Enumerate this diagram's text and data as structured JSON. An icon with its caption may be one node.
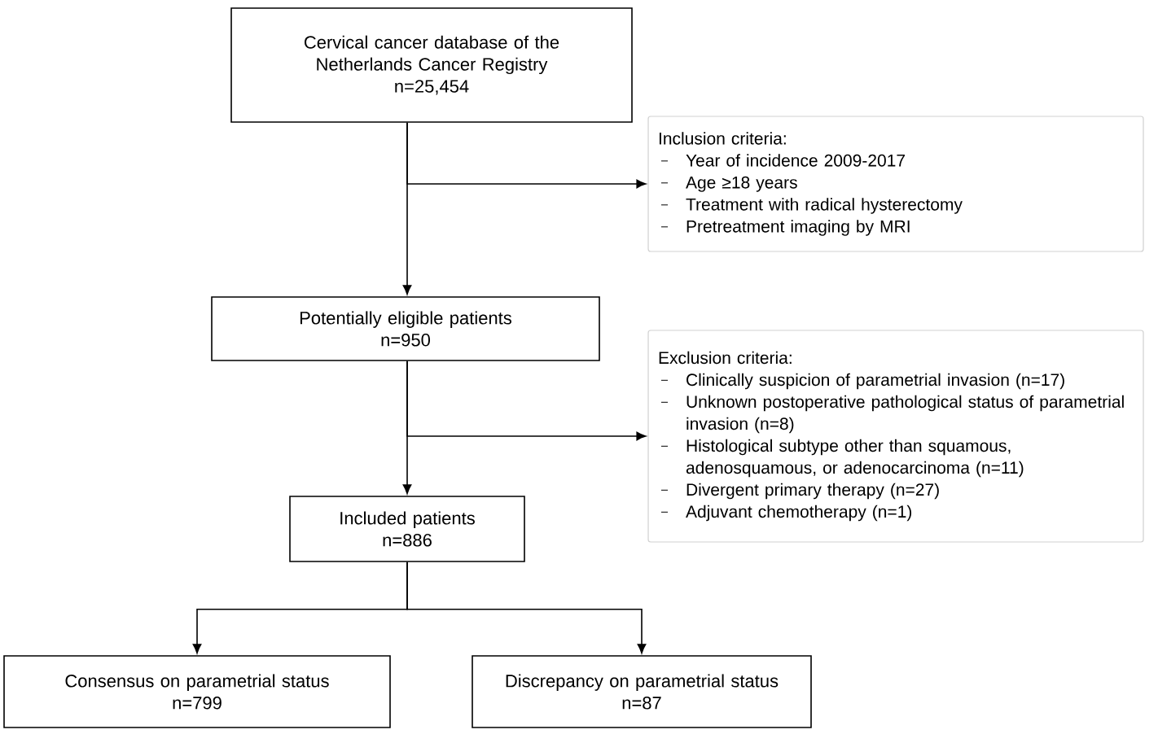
{
  "diagram": {
    "nodes": [
      {
        "text": [
          "Cervical cancer database of the Netherlands Cancer Registry",
          "n=25,454"
        ]
      },
      {
        "text": [
          "Inclusion criteria:",
          "Year of incidence 2009-2017",
          "Age ≥18 years",
          "Treatment with radical hysterectomy",
          "Pretreatment imaging by MRI"
        ]
      },
      {
        "text": [
          "Potentially eligible patients",
          "n=950"
        ]
      },
      {
        "text": [
          "Exclusion criteria:",
          "Clinically suspicion of parametrial invasion (n=17)",
          "Unknown postoperative pathological status of parametrial invasion (n=8)",
          "Histological subtype other than squamous, adenosquamous, or adenocarcinoma (n=11)",
          "Divergent primary therapy (n=27)",
          "Adjuvant chemotherapy (n=1)"
        ]
      },
      {
        "text": [
          "Included patients",
          "n=886"
        ]
      },
      {
        "text": [
          "Consensus on parametrial status",
          "n=799"
        ]
      },
      {
        "text": [
          "Discrepancy on parametrial status",
          "n=87"
        ]
      }
    ],
    "edges": [
      {
        "from": 0,
        "to": 2,
        "arrow": "to"
      },
      {
        "from": 0,
        "to": 1,
        "arrow": "to"
      },
      {
        "from": 2,
        "to": 4,
        "arrow": "to"
      },
      {
        "from": 2,
        "to": 3,
        "arrow": "to"
      },
      {
        "from": 4,
        "to": 5,
        "arrow": "to"
      },
      {
        "from": 4,
        "to": 6,
        "arrow": "to"
      }
    ]
  }
}
